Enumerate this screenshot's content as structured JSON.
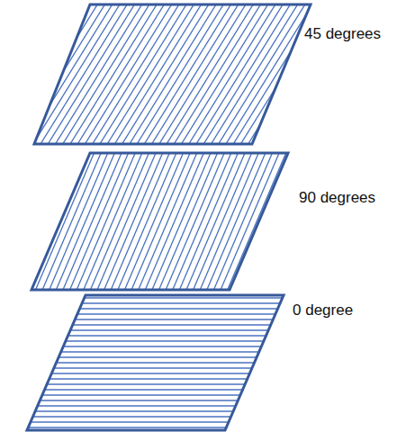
{
  "diagram": {
    "labels": [
      "45 degrees",
      "90 degrees",
      "0 degree"
    ]
  }
}
